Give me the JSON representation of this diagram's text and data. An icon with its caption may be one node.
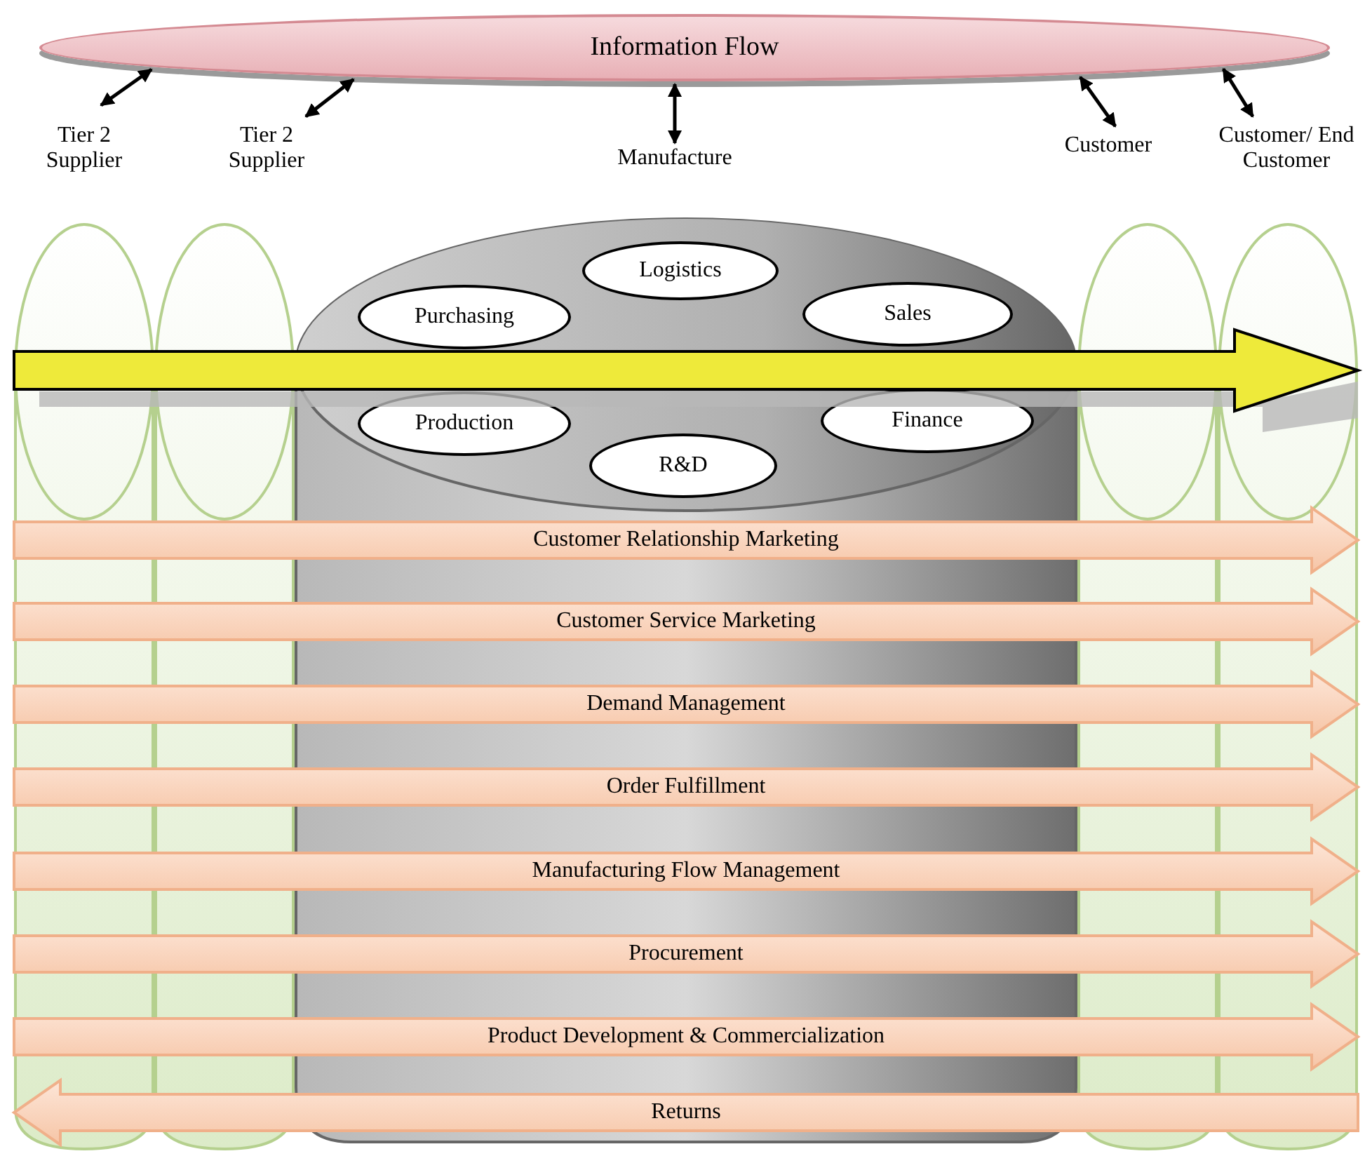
{
  "diagram": {
    "nodes": [
      {
        "text": [
          "Information Flow"
        ]
      },
      {
        "text": [
          "Tier 2 Supplier"
        ]
      },
      {
        "text": [
          "Tier 2 Supplier"
        ]
      },
      {
        "text": [
          "Manufacture"
        ]
      },
      {
        "text": [
          "Customer"
        ]
      },
      {
        "text": [
          "Customer/ End Customer"
        ]
      },
      {
        "text": [],
        "shape": "ellipse"
      },
      {
        "text": [],
        "shape": "ellipse"
      },
      {
        "text": [],
        "shape": "ellipse"
      },
      {
        "text": [],
        "shape": "ellipse"
      },
      {
        "text": [],
        "shape": "cylinder"
      },
      {
        "text": [
          "Logistics"
        ],
        "in": 10
      },
      {
        "text": [
          "Purchasing"
        ],
        "in": 10
      },
      {
        "text": [
          "Sales"
        ],
        "in": 10
      },
      {
        "text": [
          "Production"
        ],
        "in": 10
      },
      {
        "text": [
          "Finance"
        ],
        "in": 10
      },
      {
        "text": [
          "R&D"
        ],
        "in": 10
      },
      {
        "text": [
          "Customer Relationship Marketing"
        ]
      },
      {
        "text": [
          "Customer Service Marketing"
        ]
      },
      {
        "text": [
          "Demand Management"
        ]
      },
      {
        "text": [
          "Order Fulfillment"
        ]
      },
      {
        "text": [
          "Manufacturing Flow Management"
        ]
      },
      {
        "text": [
          "Procurement"
        ]
      },
      {
        "text": [
          "Product Development & Commercialization"
        ]
      },
      {
        "text": [
          "Returns"
        ]
      }
    ],
    "edges": [
      {
        "from": 6,
        "to": 9,
        "arrow": "to"
      },
      {
        "from": 1,
        "to": 0,
        "arrow": "both"
      },
      {
        "from": 2,
        "to": 0,
        "arrow": "both"
      },
      {
        "from": 3,
        "to": 0,
        "arrow": "both"
      },
      {
        "from": 4,
        "to": 0,
        "arrow": "both"
      },
      {
        "from": 5,
        "to": 0,
        "arrow": "both"
      }
    ]
  }
}
